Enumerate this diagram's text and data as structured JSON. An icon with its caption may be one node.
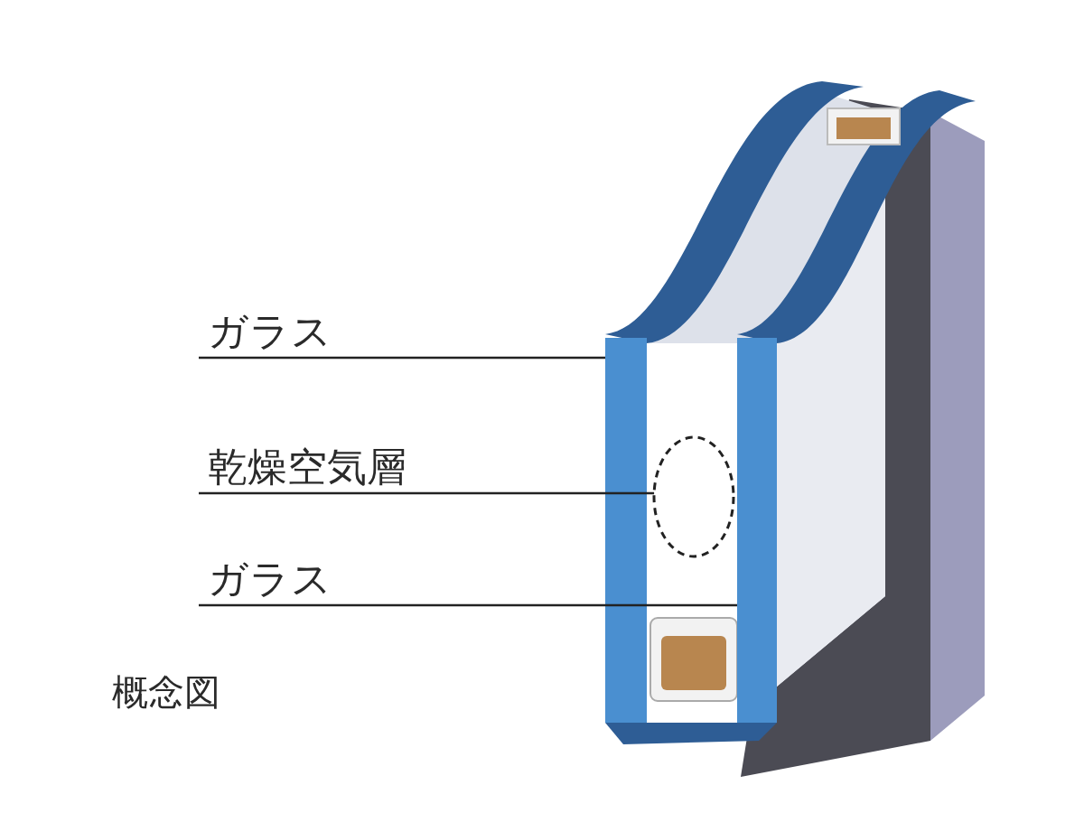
{
  "diagram": {
    "caption": "概念図",
    "nodes": [
      {
        "text": [
          "ガラス"
        ]
      },
      {
        "text": [
          "乾燥空気層"
        ]
      },
      {
        "text": [
          "ガラス"
        ]
      },
      {
        "text": [],
        "shape": "bar"
      },
      {
        "text": [],
        "shape": "circle"
      },
      {
        "text": [],
        "shape": "bar"
      }
    ],
    "edges": [
      {
        "from": 0,
        "to": 3,
        "arrow": "none"
      },
      {
        "from": 1,
        "to": 4,
        "arrow": "none"
      },
      {
        "from": 2,
        "to": 5,
        "arrow": "none"
      }
    ]
  }
}
